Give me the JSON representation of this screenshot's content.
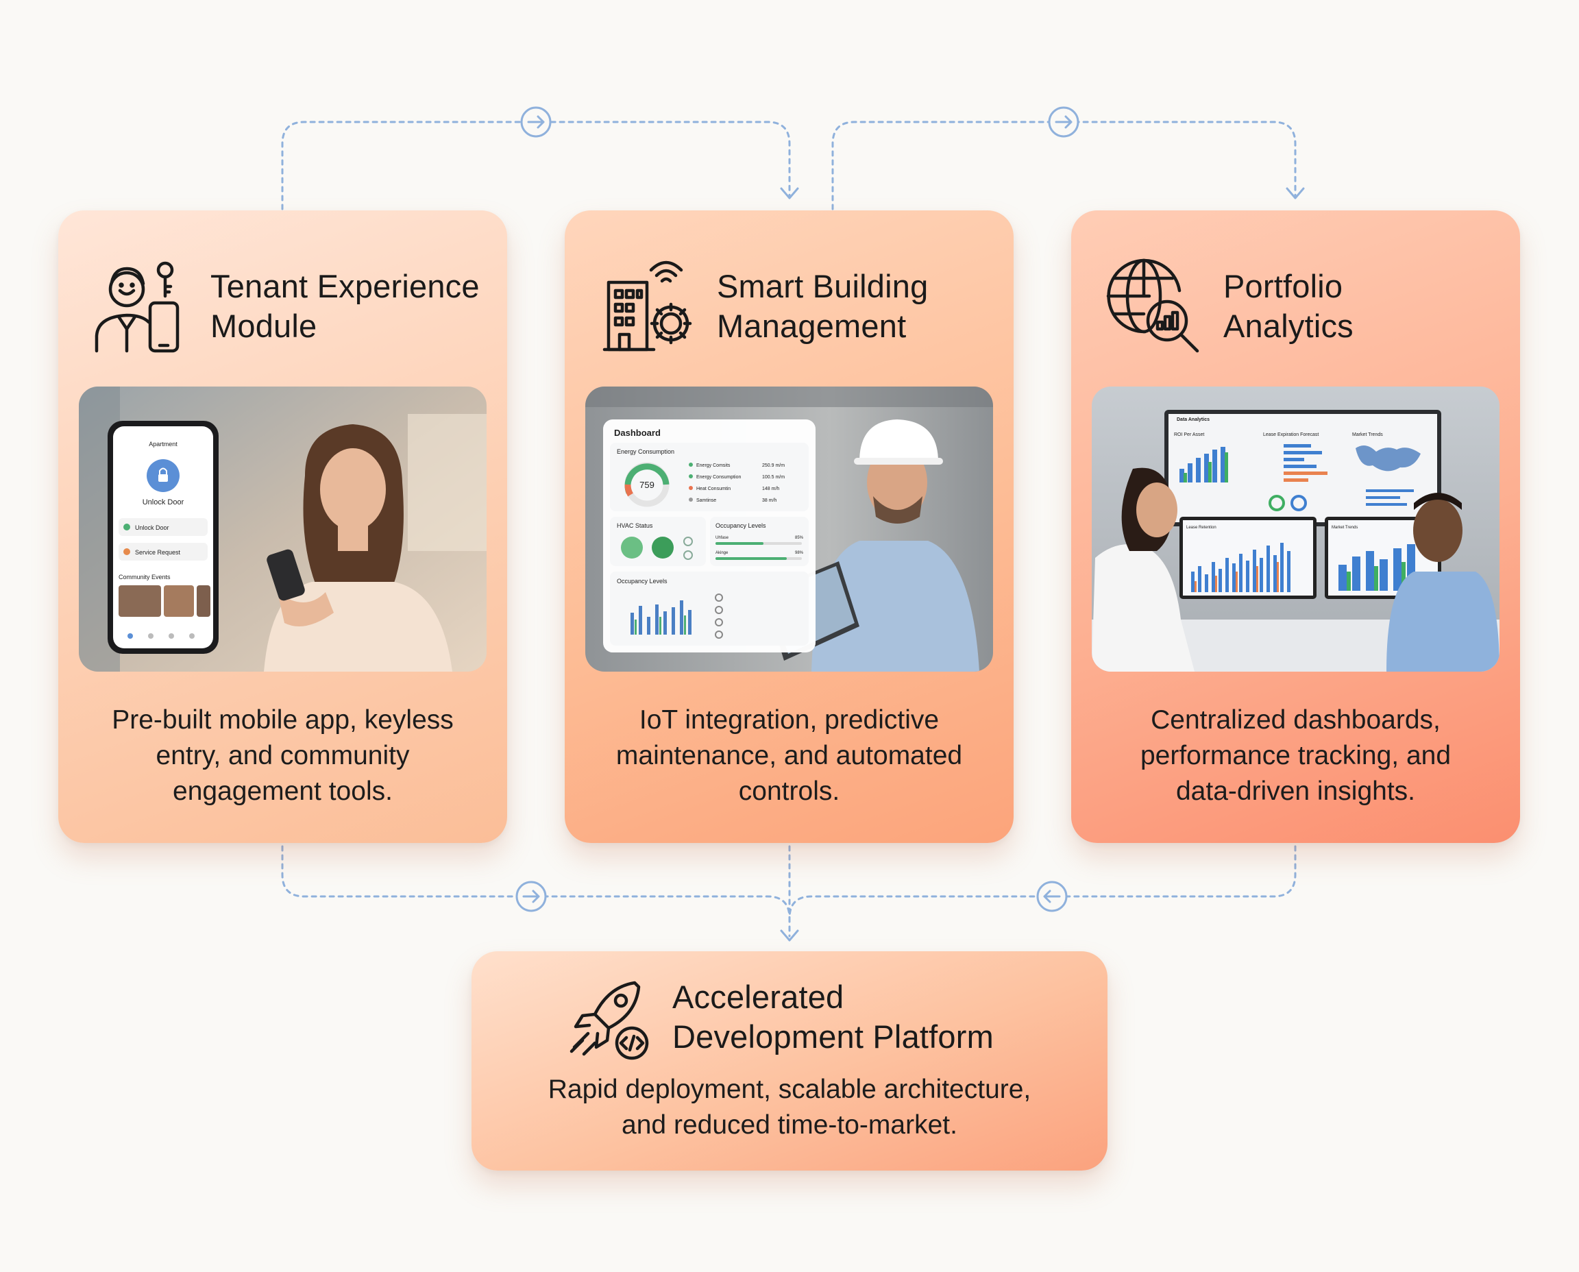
{
  "cards": [
    {
      "title_lines": [
        "Tenant Experience",
        "Module"
      ],
      "icon": "tenant-key-phone-icon",
      "description_lines": [
        "Pre-built mobile app, keyless",
        "entry, and community",
        "engagement tools."
      ],
      "photo": {
        "subject": "woman-using-phone",
        "app_header": "Apartment",
        "unlock_label": "Unlock Door",
        "list_items": [
          "Unlock Door",
          "Service Request"
        ],
        "section_label": "Community Events"
      }
    },
    {
      "title_lines": [
        "Smart Building",
        "Management"
      ],
      "icon": "smart-building-gear-icon",
      "description_lines": [
        "IoT integration, predictive",
        "maintenance, and automated",
        "controls."
      ],
      "photo": {
        "subject": "engineer-with-tablet",
        "dashboard_title": "Dashboard",
        "panel_energy": "Energy Consumption",
        "gauge_value": "759",
        "energy_rows": [
          "Energy Comsits",
          "Energy Consumption",
          "Heat Consumtin",
          "Samtinse"
        ],
        "energy_values": [
          "250.9 m/m",
          "100.5 m/m",
          "148 m/h",
          "38 m/h"
        ],
        "panel_hvac": "HVAC Status",
        "panel_occupancy": "Occupancy Levels",
        "occupancy_rows": [
          "Uhfase",
          "Akinge"
        ],
        "occupancy_values": [
          "85%",
          "98%"
        ],
        "panel_occupancy_2": "Occupancy Levels"
      }
    },
    {
      "title_lines": [
        "Portfolio",
        "Analytics"
      ],
      "icon": "globe-analytics-magnifier-icon",
      "description_lines": [
        "Centralized dashboards,",
        "performance tracking, and",
        "data-driven insights."
      ],
      "photo": {
        "subject": "analysts-meeting",
        "screen_title": "Data Analytics",
        "panel_roi": "ROI Per Asset",
        "panel_lease": "Lease Expiration Forecast",
        "panel_market": "Market Trends",
        "panel_lease_retention": "Lease Retention",
        "panel_market_2": "Market Trends"
      }
    }
  ],
  "platform": {
    "title_lines": [
      "Accelerated",
      "Development Platform"
    ],
    "icon": "rocket-code-icon",
    "description_lines": [
      "Rapid deployment, scalable architecture,",
      "and reduced time-to-market."
    ]
  },
  "connector_color": "#8fb1dc"
}
